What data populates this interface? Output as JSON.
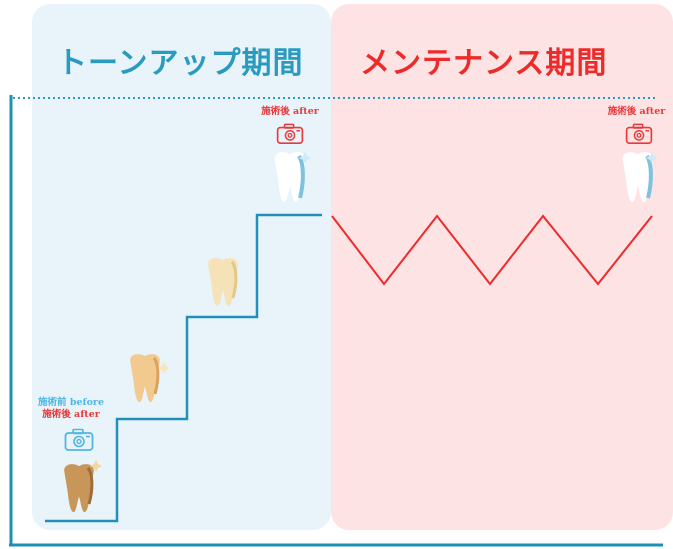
{
  "phases": {
    "toneup_title": "トーンアップ期間",
    "maintenance_title": "メンテナンス期間"
  },
  "labels": {
    "before": "施術前 before",
    "after": "施術後 after",
    "after_mid": "施術後 after",
    "after_end": "施術後 after"
  },
  "icons": {
    "camera": "camera-icon",
    "tooth": "tooth-icon"
  },
  "colors": {
    "toneup": "#2a9bbf",
    "maintenance": "#ee2b2b",
    "after_label": "#e8393b",
    "before_label": "#4fb6e3",
    "panel_left": "#e8f4fa",
    "panel_right": "#fde3e3",
    "tooth_stage1": "#c9965a",
    "tooth_stage2": "#f2c98f",
    "tooth_stage3": "#f5e2b6",
    "tooth_stage4": "#ffffff"
  }
}
